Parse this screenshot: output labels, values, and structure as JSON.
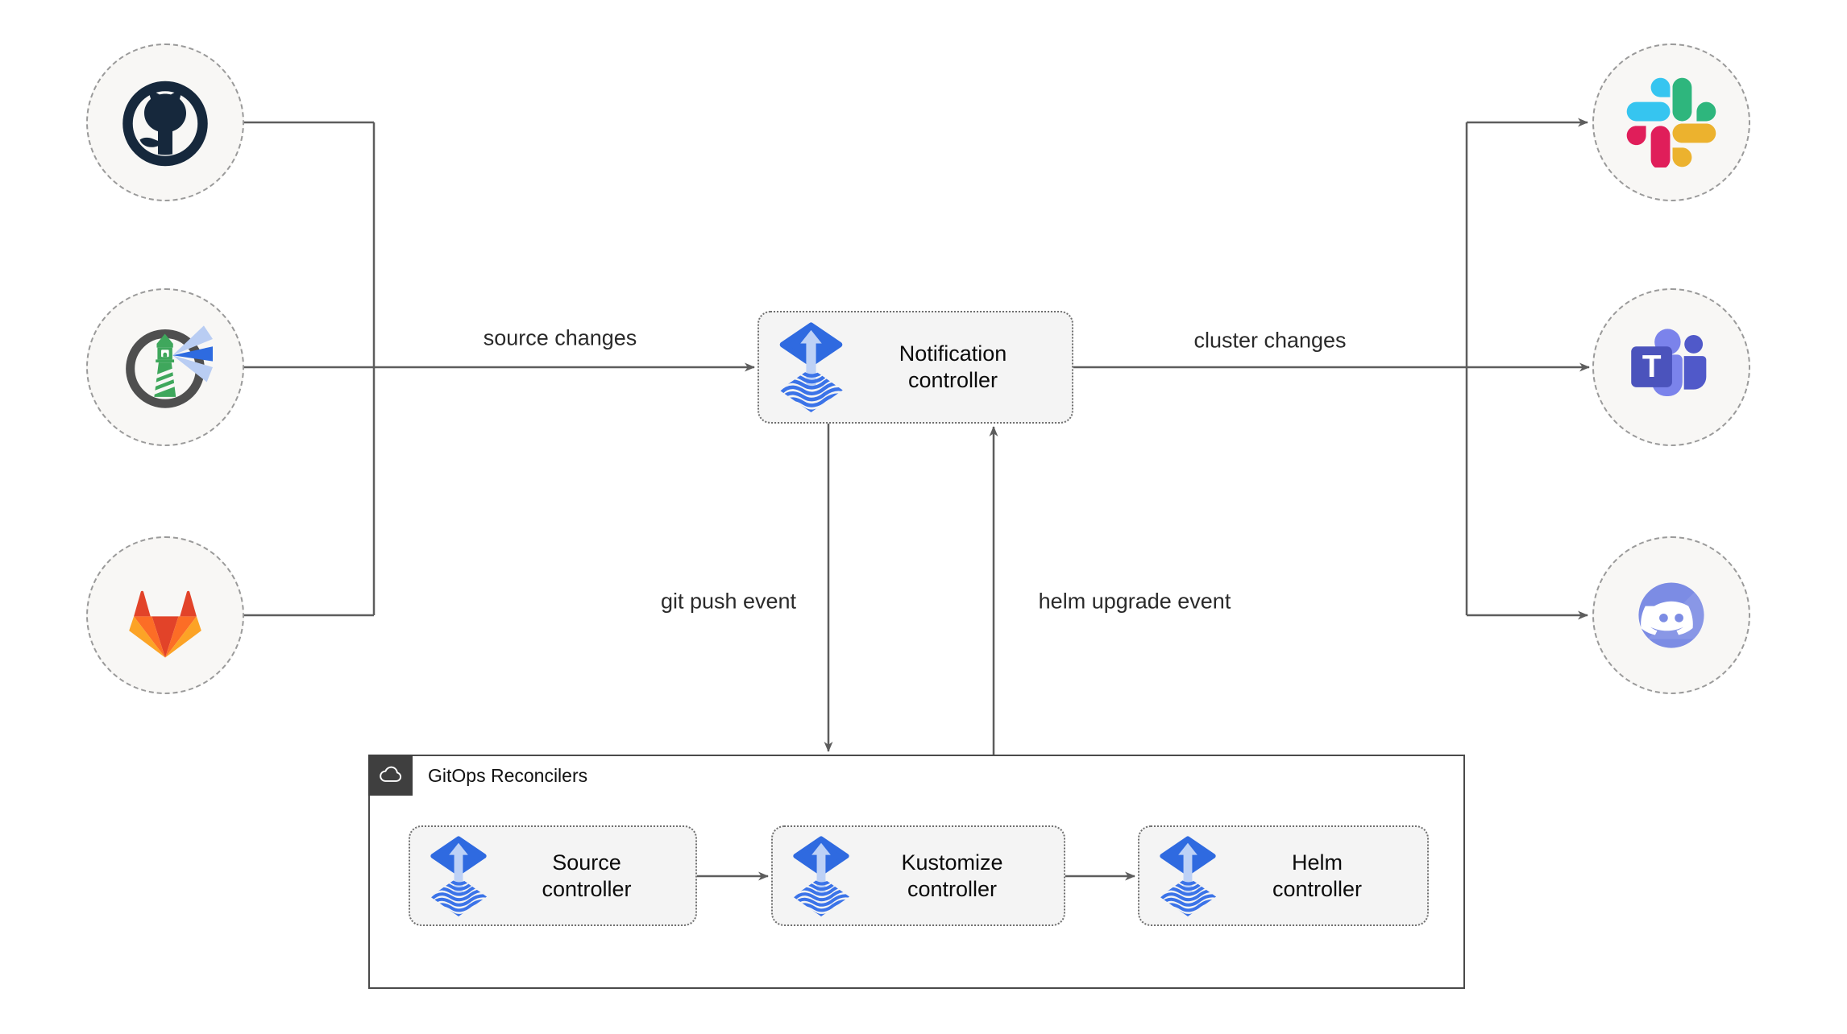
{
  "edge_labels": {
    "source_changes": "source changes",
    "cluster_changes": "cluster changes",
    "git_push_event": "git push event",
    "helm_upgrade_event": "helm upgrade event"
  },
  "notification_controller": {
    "line1": "Notification",
    "line2": "controller"
  },
  "reconcilers": {
    "title": "GitOps Reconcilers",
    "controllers": [
      {
        "line1": "Source",
        "line2": "controller"
      },
      {
        "line1": "Kustomize",
        "line2": "controller"
      },
      {
        "line1": "Helm",
        "line2": "controller"
      }
    ]
  },
  "sources": [
    {
      "icon": "github-icon",
      "name": "GitHub"
    },
    {
      "icon": "harbor-icon",
      "name": "Harbor"
    },
    {
      "icon": "gitlab-icon",
      "name": "GitLab"
    }
  ],
  "targets": [
    {
      "icon": "slack-icon",
      "name": "Slack"
    },
    {
      "icon": "teams-icon",
      "name": "Microsoft Teams"
    },
    {
      "icon": "discord-icon",
      "name": "Discord"
    }
  ],
  "colors": {
    "line": "#5d5d5d",
    "node_fill": "#f8f7f5",
    "node_border": "#9a9a9a",
    "box_fill": "#f4f4f4",
    "box_border": "#6f6f6f",
    "container_border": "#4a4a4a",
    "badge_bg": "#3f3f3f",
    "flux_blue": "#2f6ae0",
    "flux_arrow_light": "#bdd1f6",
    "flux_stripe": "#3b73e8",
    "github_navy": "#16283c",
    "harbor_green": "#3fa75c",
    "harbor_ring_gray": "#4f4f4f",
    "harbor_beam_light": "#b9cdf3",
    "harbor_beam_blue": "#2e6be0",
    "gitlab_red": "#e24329",
    "gitlab_orange": "#fc6d26",
    "gitlab_yellow": "#fca326",
    "slack_blue": "#36c5f0",
    "slack_green": "#2eb67d",
    "slack_red": "#e01e5a",
    "slack_yellow": "#ecb22e",
    "teams_light": "#7b83eb",
    "teams_mid": "#5059c9",
    "teams_dark": "#4b53bc",
    "discord_blurple": "#7c8ce4"
  }
}
